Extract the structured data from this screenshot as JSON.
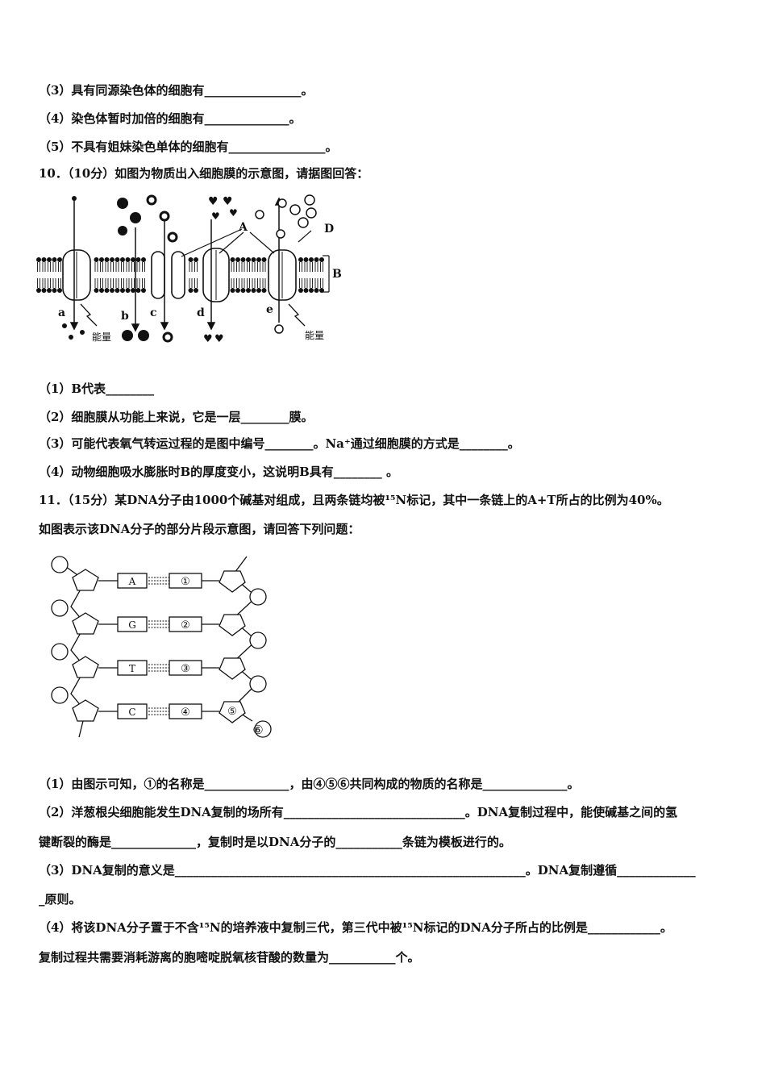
{
  "lines": [
    "（3）具有同源染色体的细胞有________________。",
    "（4）染色体暂时加倍的细胞有______________。",
    "（5）不具有姐妹染色单体的细胞有________________。",
    "10．（10分）如图为物质出入细胞膜的示意图，请据图回答：",
    "（1）B代表________",
    "（2）细胞膜从功能上来说，它是一层________膜。",
    "（3）可能代表氧气转运过程的是图中编号________。Na⁺通过细胞膜的方式是________。",
    "（4）动物细胞吸水膨胀时B的厚度变小，这说明B具有________ 。",
    "11．（15分）某DNA分子由1000个碱基对组成，且两条链均被¹⁵N标记，其中一条链上的A+T所占的比例为40%。",
    "如图表示该DNA分子的部分片段示意图，请回答下列问题：",
    "（1）由图示可知，①的名称是______________，由④⑤⑥共同构成的物质的名称是______________。",
    "（2）洋葱根尖细胞能发生DNA复制的场所有______________________________。DNA复制过程中，能使碱基之间的氢",
    "键断裂的酶是______________，复制时是以DNA分子的___________条链为模板进行的。",
    "（3）DNA复制的意义是__________________________________________________________。DNA复制遵循_____________",
    "_原则。",
    "（4）将该DNA分子置于不含¹⁵N的培养液中复制三代，第三代中被¹⁵N标记的DNA分子所占的比例是____________。",
    "复制过程共需要消耗游离的胞嘧啶脱氧核苷酸的数量为___________个。"
  ],
  "membrane_figure": {
    "labels": {
      "A": "A",
      "B": "B",
      "D": "D",
      "a": "a",
      "b": "b",
      "c": "c",
      "d": "d",
      "e": "e",
      "energy_left": "能量",
      "energy_right": "能量"
    }
  },
  "dna_figure": {
    "bases_left": [
      "A",
      "G",
      "T",
      "C"
    ],
    "bases_right": [
      "①",
      "②",
      "③",
      "④"
    ],
    "extra": [
      "⑤",
      "⑥"
    ]
  }
}
